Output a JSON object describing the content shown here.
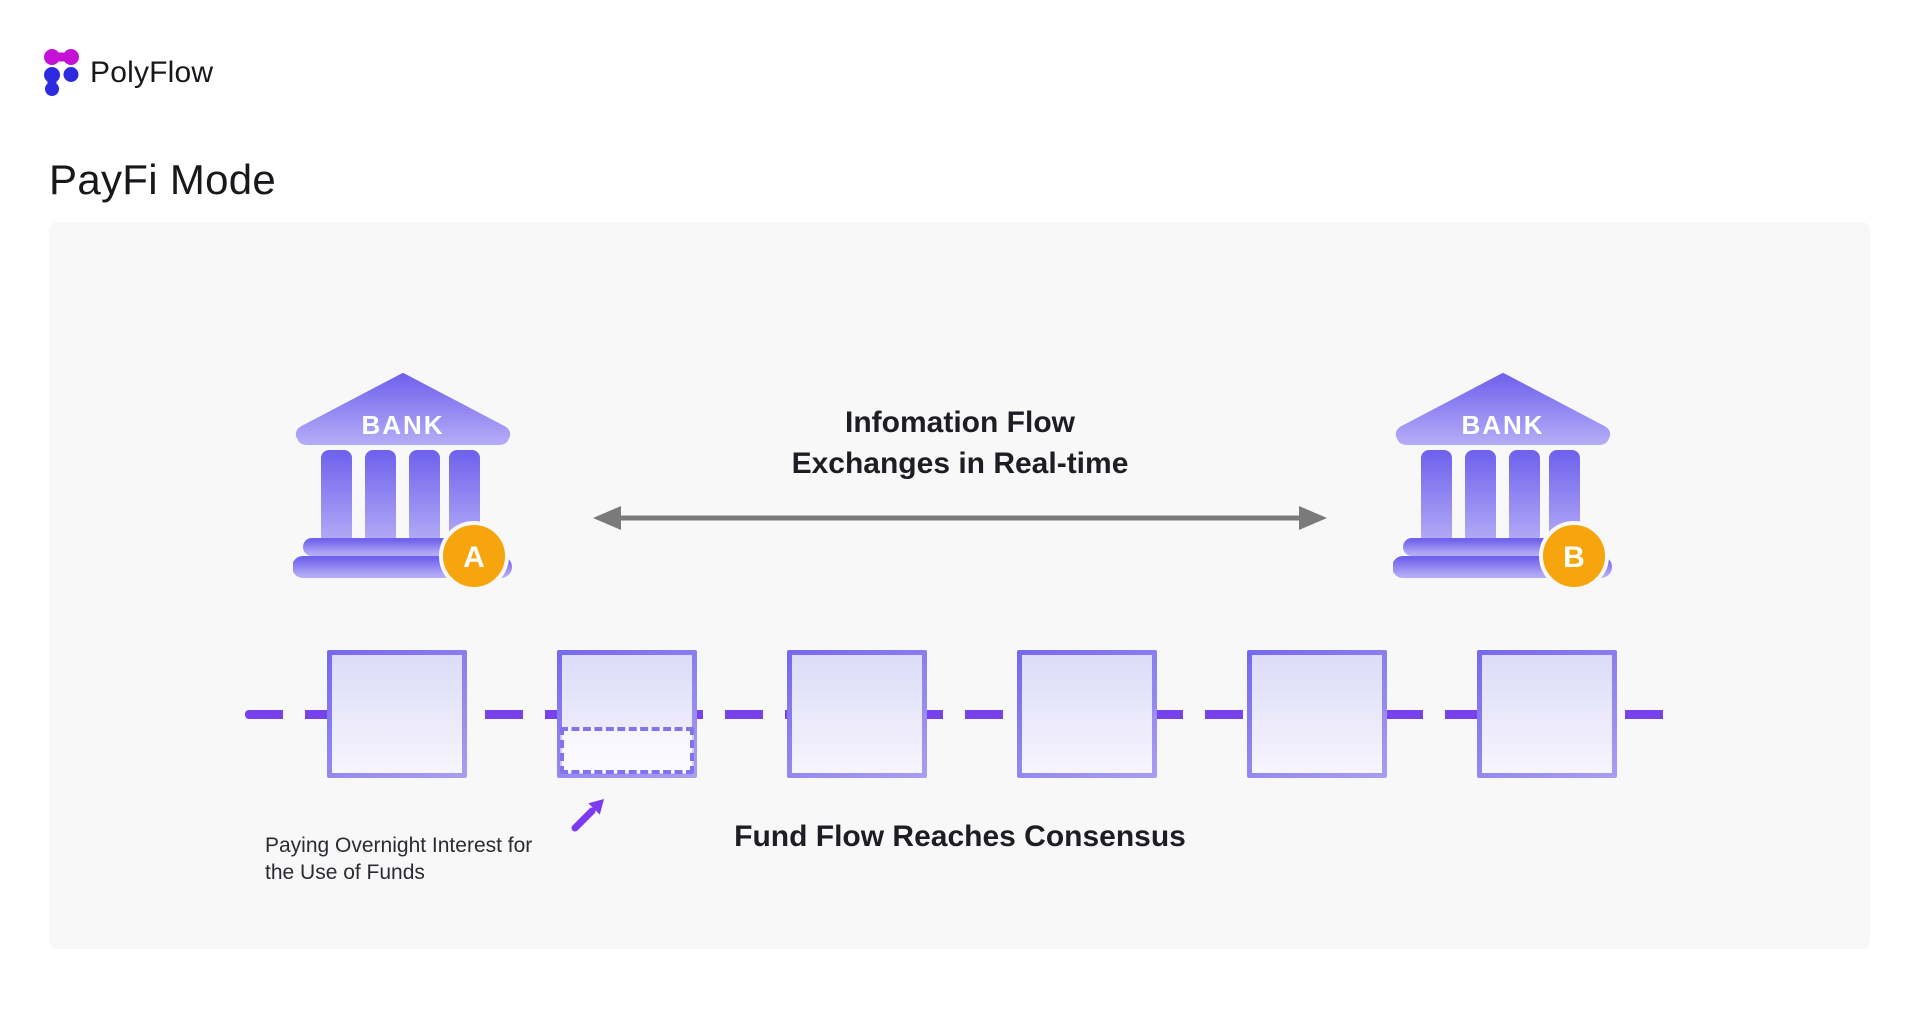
{
  "brand": {
    "name": "PolyFlow"
  },
  "title": "PayFi Mode",
  "banks": {
    "label": "BANK",
    "a_badge": "A",
    "b_badge": "B"
  },
  "info_flow": {
    "line1": "Infomation Flow",
    "line2": "Exchanges in Real-time"
  },
  "consensus_label": "Fund Flow Reaches Consensus",
  "note": {
    "line1": "Paying Overnight Interest for",
    "line2": "the Use of Funds"
  },
  "icons": {
    "logo_mark": "polyflow-dots-icon",
    "bank": "bank-building-icon",
    "info_arrow": "double-headed-horizontal-arrow",
    "note_arrow": "up-right-arrow",
    "chain": "dashed-blockchain-link"
  },
  "colors": {
    "accent_purple": "#7742EC",
    "overlay_purple": "#8172EE",
    "bank_grad_top": "#6F62ED",
    "bank_grad_bottom": "#B4ABF6",
    "box_border_top": "#7668EE",
    "box_border_bottom": "#A89EF2",
    "box_fill_top": "#DDDBF8",
    "box_fill_bottom": "#F7F5FD",
    "badge_orange": "#F6A50D",
    "arrow_gray": "#7A7A7A",
    "note_arrow_purple": "#7C3BF0",
    "logo_magenta": "#C511D6",
    "logo_blue": "#2D2BE0",
    "panel_bg": "#F8F8F9",
    "text_dark": "#17171C"
  }
}
